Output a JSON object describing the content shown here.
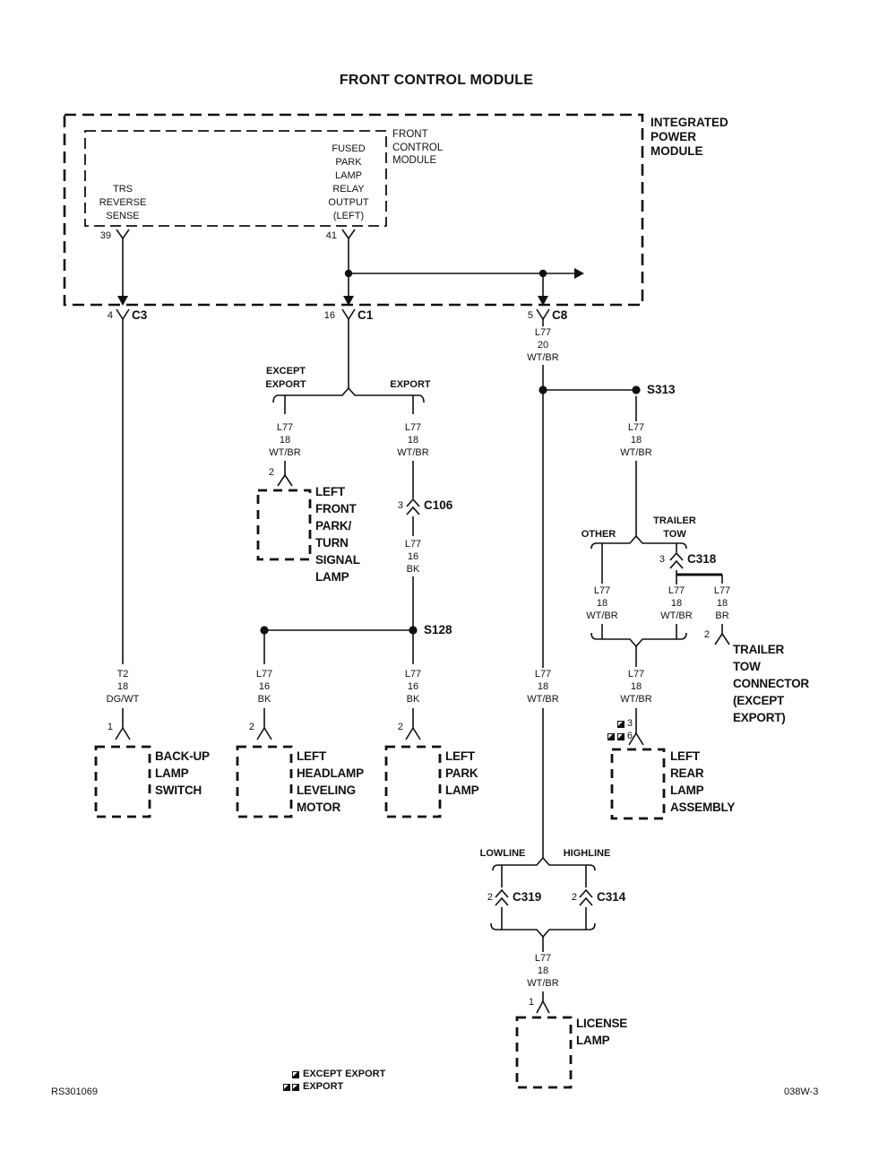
{
  "title": "FRONT CONTROL MODULE",
  "footer": {
    "doc_number": "RS301069",
    "page_code": "038W-3"
  },
  "modules": {
    "ipm": [
      "INTEGRATED",
      "POWER",
      "MODULE"
    ],
    "fcm": [
      "FRONT",
      "CONTROL",
      "MODULE"
    ]
  },
  "module_pins": {
    "trs": {
      "lines": [
        "TRS",
        "REVERSE",
        "SENSE"
      ],
      "pin": "39"
    },
    "fused_park": {
      "lines": [
        "FUSED",
        "PARK",
        "LAMP",
        "RELAY",
        "OUTPUT",
        "(LEFT)"
      ],
      "pin": "41"
    }
  },
  "connectors": {
    "c3": {
      "pin": "4",
      "name": "C3"
    },
    "c1": {
      "pin": "16",
      "name": "C1"
    },
    "c8": {
      "pin": "5",
      "name": "C8"
    },
    "c106": {
      "pin": "3",
      "name": "C106"
    },
    "c318": {
      "pin": "3",
      "name": "C318"
    },
    "c319": {
      "pin": "2",
      "name": "C319"
    },
    "c314": {
      "pin": "2",
      "name": "C314"
    }
  },
  "splices": {
    "s313": "S313",
    "s128": "S128"
  },
  "branches": {
    "except_export": [
      "EXCEPT",
      "EXPORT"
    ],
    "export": "EXPORT",
    "other": "OTHER",
    "trailer_tow": [
      "TRAILER",
      "TOW"
    ],
    "lowline": "LOWLINE",
    "highline": "HIGHLINE"
  },
  "wires": {
    "c8_out": [
      "L77",
      "20",
      "WT/BR"
    ],
    "except_branch": [
      "L77",
      "18",
      "WT/BR"
    ],
    "export_branch": [
      "L77",
      "18",
      "WT/BR"
    ],
    "c106_out": [
      "L77",
      "16",
      "BK"
    ],
    "motor_feed": [
      "L77",
      "16",
      "BK"
    ],
    "park_feed": [
      "L77",
      "16",
      "BK"
    ],
    "backup_feed": [
      "T2",
      "18",
      "DG/WT"
    ],
    "s313_down": [
      "L77",
      "18",
      "WT/BR"
    ],
    "other_branch": [
      "L77",
      "18",
      "WT/BR"
    ],
    "tt_branch": [
      "L77",
      "18",
      "WT/BR"
    ],
    "tt_br": [
      "L77",
      "18",
      "BR"
    ],
    "rear_feed": [
      "L77",
      "18",
      "WT/BR"
    ],
    "main_down": [
      "L77",
      "18",
      "WT/BR"
    ],
    "license_feed": [
      "L77",
      "18",
      "WT/BR"
    ]
  },
  "components": {
    "lf_park_turn": {
      "pin": "2",
      "lines": [
        "LEFT",
        "FRONT",
        "PARK/",
        "TURN",
        "SIGNAL",
        "LAMP"
      ]
    },
    "backup_switch": {
      "pin": "1",
      "lines": [
        "BACK-UP",
        "LAMP",
        "SWITCH"
      ]
    },
    "headlamp_motor": {
      "pin": "2",
      "lines": [
        "LEFT",
        "HEADLAMP",
        "LEVELING",
        "MOTOR"
      ]
    },
    "left_park_lamp": {
      "pin": "2",
      "lines": [
        "LEFT",
        "PARK",
        "LAMP"
      ]
    },
    "trailer_tow_connector": {
      "pin": "2",
      "lines": [
        "TRAILER",
        "TOW",
        "CONNECTOR",
        "(EXCEPT",
        "EXPORT)"
      ]
    },
    "rear_lamp": {
      "pin_except": "3",
      "pin_export": "6",
      "lines": [
        "LEFT",
        "REAR",
        "LAMP",
        "ASSEMBLY"
      ]
    },
    "license_lamp": {
      "pin": "1",
      "lines": [
        "LICENSE",
        "LAMP"
      ]
    }
  },
  "legend": {
    "except_export": "EXCEPT EXPORT",
    "export": "EXPORT"
  }
}
